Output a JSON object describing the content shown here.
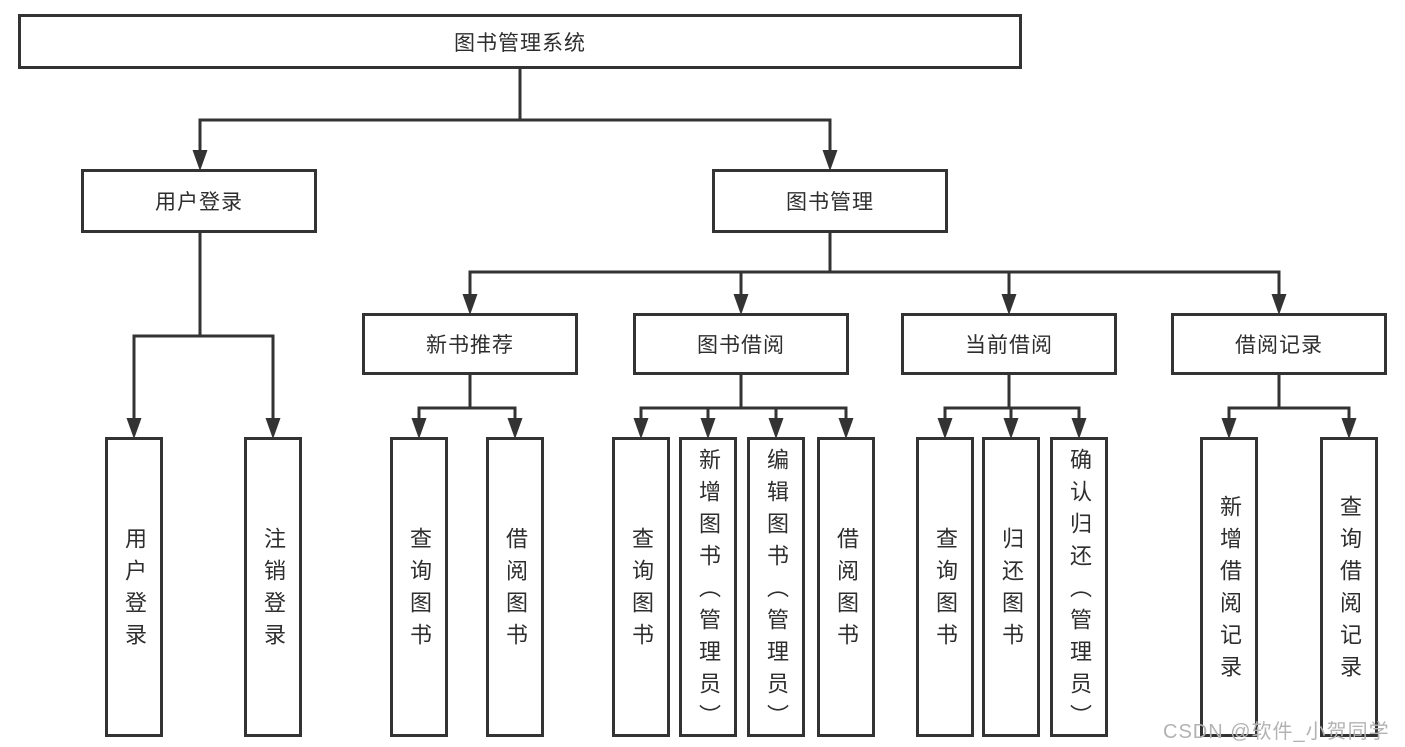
{
  "diagram": {
    "root": "图书管理系统",
    "children": [
      {
        "label": "用户登录",
        "children": [
          "用户登录",
          "注销登录"
        ]
      },
      {
        "label": "图书管理",
        "children": [
          {
            "label": "新书推荐",
            "children": [
              "查询图书",
              "借阅图书"
            ]
          },
          {
            "label": "图书借阅",
            "children": [
              "查询图书",
              "新增图书（管理员）",
              "编辑图书（管理员）",
              "借阅图书"
            ]
          },
          {
            "label": "当前借阅",
            "children": [
              "查询图书",
              "归还图书",
              "确认归还（管理员）"
            ]
          },
          {
            "label": "借阅记录",
            "children": [
              "新增借阅记录",
              "查询借阅记录"
            ]
          }
        ]
      }
    ]
  },
  "watermark": "CSDN @软件_小贺同学",
  "colors": {
    "line": "#333333",
    "box_border": "#333333",
    "text": "#2e2e2e",
    "watermark_text": "#b3b3b3",
    "background": "#ffffff"
  }
}
